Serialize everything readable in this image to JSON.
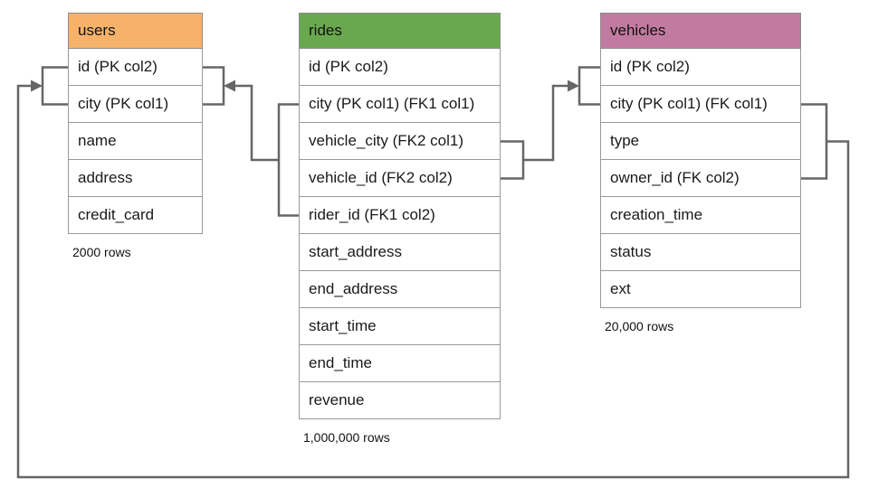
{
  "diagram": {
    "connector_color": "#666666",
    "tables": [
      {
        "name": "users",
        "header_color": "#F6B26B",
        "columns": [
          "id (PK col2)",
          "city (PK col1)",
          "name",
          "address",
          "credit_card"
        ],
        "row_count": "2000 rows"
      },
      {
        "name": "rides",
        "header_color": "#6AA84F",
        "columns": [
          "id (PK col2)",
          "city (PK col1) (FK1 col1)",
          "vehicle_city (FK2 col1)",
          "vehicle_id (FK2 col2)",
          "rider_id (FK1 col2)",
          "start_address",
          "end_address",
          "start_time",
          "end_time",
          "revenue"
        ],
        "row_count": "1,000,000 rows"
      },
      {
        "name": "vehicles",
        "header_color": "#C27BA0",
        "columns": [
          "id (PK col2)",
          "city (PK col1) (FK col1)",
          "type",
          "owner_id (FK col2)",
          "creation_time",
          "status",
          "ext"
        ],
        "row_count": "20,000 rows"
      }
    ],
    "relationships": [
      {
        "name": "FK1",
        "from": "rides (city, rider_id)",
        "to": "users (city, id)"
      },
      {
        "name": "FK2",
        "from": "rides (vehicle_city, vehicle_id)",
        "to": "vehicles (city, id)"
      },
      {
        "name": "FK",
        "from": "vehicles (city, owner_id)",
        "to": "users (city, id)"
      }
    ]
  }
}
